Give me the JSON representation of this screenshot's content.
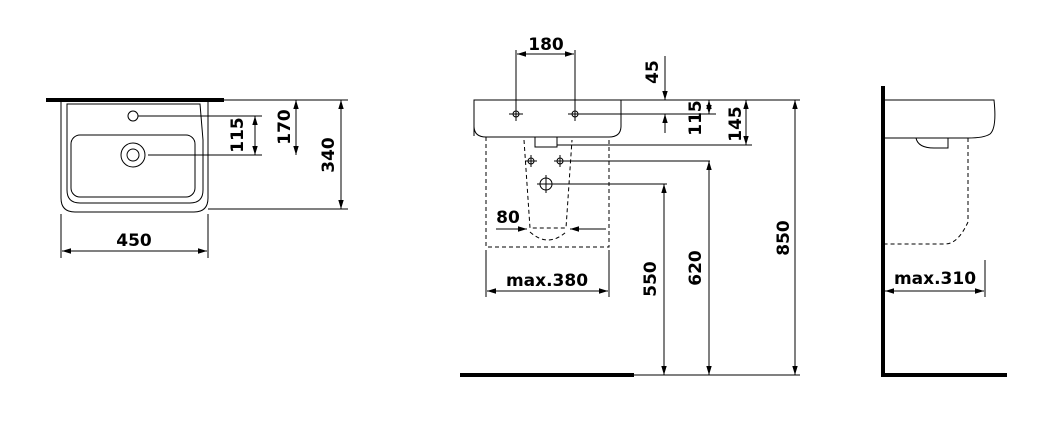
{
  "top_view": {
    "width": "450",
    "depth": "340",
    "tap_hole_to_wall": "170",
    "drain_to_wall": "115"
  },
  "front_view": {
    "hole_spacing": "180",
    "hole_offset_top": "45",
    "hole_height": "115",
    "bowl_height": "145",
    "pedestal_offset": "80",
    "max_width": "max.380",
    "height_550": "550",
    "height_620": "620",
    "height_850": "850"
  },
  "side_view": {
    "max_depth": "max.310"
  }
}
